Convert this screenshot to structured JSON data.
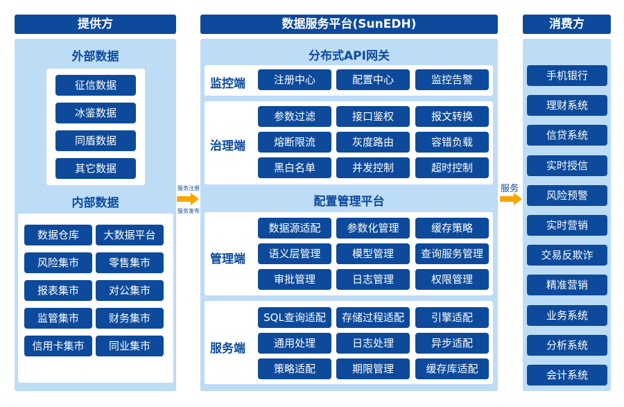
{
  "provider": {
    "header": "提供方",
    "external_title": "外部数据",
    "external_items": [
      "征信数据",
      "冰鉴数据",
      "同盾数据",
      "其它数据"
    ],
    "internal_title": "内部数据",
    "internal_items": [
      [
        "数据仓库",
        "大数据平台"
      ],
      [
        "风险集市",
        "零售集市"
      ],
      [
        "报表集市",
        "对公集市"
      ],
      [
        "监管集市",
        "财务集市"
      ],
      [
        "信用卡集市",
        "同业集市"
      ]
    ]
  },
  "arrows": {
    "left_top": "服务注册",
    "left_bottom": "服务发布",
    "right": "服务"
  },
  "platform": {
    "header": "数据服务平台(SunEDH)",
    "gateway_title": "分布式API网关",
    "monitor": {
      "label": "监控端",
      "items": [
        "注册中心",
        "配置中心",
        "监控告警"
      ]
    },
    "govern": {
      "label": "治理端",
      "items": [
        [
          "参数过滤",
          "接口鉴权",
          "报文转换"
        ],
        [
          "熔断限流",
          "灰度路由",
          "容错负载"
        ],
        [
          "黑白名单",
          "并发控制",
          "超时控制"
        ]
      ]
    },
    "config_title": "配置管理平台",
    "manage": {
      "label": "管理端",
      "items": [
        [
          "数据源适配",
          "参数化管理",
          "缓存策略"
        ],
        [
          "语义层管理",
          "模型管理",
          "查询服务管理"
        ],
        [
          "审批管理",
          "日志管理",
          "权限管理"
        ]
      ]
    },
    "service": {
      "label": "服务端",
      "items": [
        [
          "SQL查询适配",
          "存储过程适配",
          "引擎适配"
        ],
        [
          "通用处理",
          "日志处理",
          "异步适配"
        ],
        [
          "策略适配",
          "期限管理",
          "缓存库适配"
        ]
      ]
    }
  },
  "consumer": {
    "header": "消费方",
    "items": [
      "手机银行",
      "理财系统",
      "信贷系统",
      "实时授信",
      "风险预警",
      "实时营销",
      "交易反欺诈",
      "精准营销",
      "业务系统",
      "分析系统",
      "会计系统"
    ]
  },
  "colors": {
    "primary": "#0d4a9b",
    "panel": "#bddcf6",
    "arrow": "#f7a600"
  }
}
